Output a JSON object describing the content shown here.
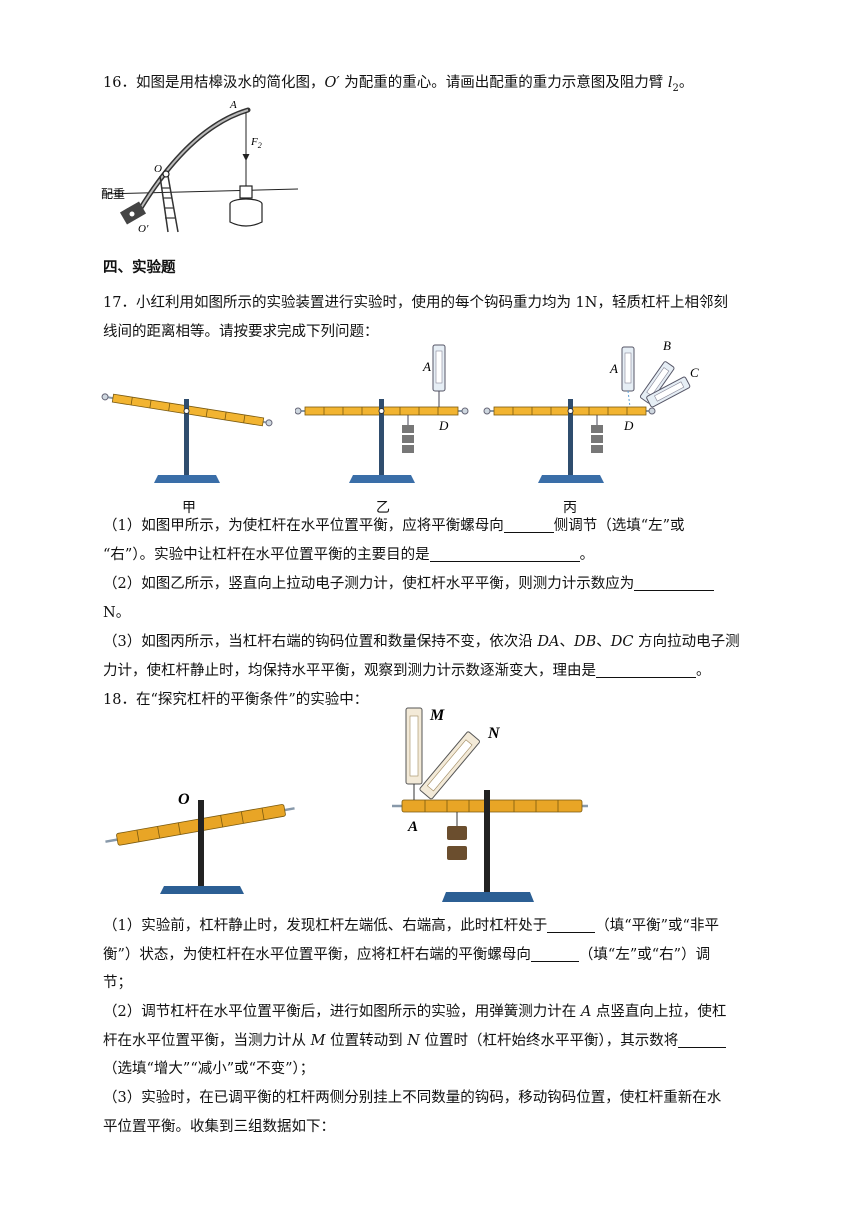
{
  "q16": {
    "text_a": "16．如图是用桔槔汲水的简化图，",
    "o_prime": "O′",
    "text_b": " 为配重的重心。请画出配重的重力示意图及阻力臂 ",
    "l2": "l",
    "l2_sub": "2",
    "text_c": "。",
    "fig_labels": {
      "A": "A",
      "F2": "F",
      "F2_sub": "2",
      "O": "O",
      "counterweight": "配重",
      "O_prime": "O′"
    }
  },
  "section4": {
    "title": "四、实验题"
  },
  "q17": {
    "intro_1": "17．小红利用如图所示的实验装置进行实验时，使用的每个钩码重力均为 1N，轻质杠杆上相邻刻",
    "intro_2": "线间的距离相等。请按要求完成下列问题：",
    "fig_labels": {
      "A": "A",
      "B": "B",
      "C": "C",
      "D": "D"
    },
    "captions": [
      "甲",
      "乙",
      "丙"
    ],
    "p1_line1": "（1）如图甲所示，为使杠杆在水平位置平衡，应将平衡螺母向",
    "p1_line1b": "侧调节（选填“左”或",
    "p1_line2": "“右”）。实验中让杠杆在水平位置平衡的主要目的是",
    "p1_line2b": "。",
    "p2_line1": "（2）如图乙所示，竖直向上拉动电子测力计，使杠杆水平平衡，则测力计示数应为",
    "p2_line2": "N。",
    "p3_line1a": "（3）如图丙所示，当杠杆右端的钩码位置和数量保持不变，依次沿 ",
    "DA": "DA",
    "sep1": "、",
    "DB": "DB",
    "sep2": "、",
    "DC": "DC",
    "p3_line1b": " 方向拉动电子测",
    "p3_line2": "力计，使杠杆静止时，均保持水平平衡，观察到测力计示数逐渐变大，理由是",
    "p3_line2b": "。"
  },
  "q18": {
    "intro": "18．在“探究杠杆的平衡条件”的实验中：",
    "fig_labels": {
      "O": "O",
      "M": "M",
      "N": "N",
      "A": "A"
    },
    "p1_line1": "（1）实验前，杠杆静止时，发现杠杆左端低、右端高，此时杠杆处于",
    "p1_line1b": "（填“平衡”或“非平",
    "p1_line2": "衡”）状态，为使杠杆在水平位置平衡，应将杠杆右端的平衡螺母向",
    "p1_line2b": "（填“左”或“右”）调",
    "p1_line3": "节；",
    "p2_line1a": "（2）调节杠杆在水平位置平衡后，进行如图所示的实验，用弹簧测力计在 ",
    "A": "A",
    "p2_line1b": " 点竖直向上拉，使杠",
    "p2_line2a": "杆在水平位置平衡，当测力计从 ",
    "M": "M",
    "p2_line2b": " 位置转动到 ",
    "N": "N",
    "p2_line2c": " 位置时（杠杆始终水平平衡），其示数将",
    "p2_line3": "（选填“增大”“减小”或“不变”）；",
    "p3_line1": "（3）实验时，在已调平衡的杠杆两侧分别挂上不同数量的钩码，移动钩码位置，使杠杆重新在水",
    "p3_line2": "平位置平衡。收集到三组数据如下："
  }
}
